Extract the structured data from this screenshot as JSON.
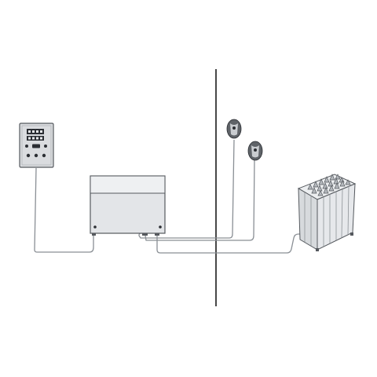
{
  "diagram": {
    "components": [
      {
        "id": "control-panel",
        "kind": "control-panel",
        "icon": "control-panel-icon",
        "displays": 2,
        "buttons": 5
      },
      {
        "id": "power-unit",
        "kind": "power-controller-box",
        "icon": "power-unit-icon"
      },
      {
        "id": "sensor-1",
        "kind": "temperature-sensor",
        "icon": "sensor-icon"
      },
      {
        "id": "sensor-2",
        "kind": "temperature-sensor",
        "icon": "sensor-icon"
      },
      {
        "id": "heater",
        "kind": "sauna-heater-with-stones",
        "icon": "sauna-heater-icon"
      }
    ],
    "connections": [
      {
        "from": "control-panel",
        "to": "power-unit"
      },
      {
        "from": "power-unit",
        "to": "sensor-1"
      },
      {
        "from": "power-unit",
        "to": "sensor-2"
      },
      {
        "from": "power-unit",
        "to": "heater"
      }
    ],
    "divider": "wall-line",
    "colors": {
      "line": "#1a1a1a",
      "wire": "#8a8f95",
      "panel_face": "#dadcdf",
      "unit_body": "#e3e5e8",
      "outline": "#55595e",
      "display": "#2b2e33"
    }
  }
}
